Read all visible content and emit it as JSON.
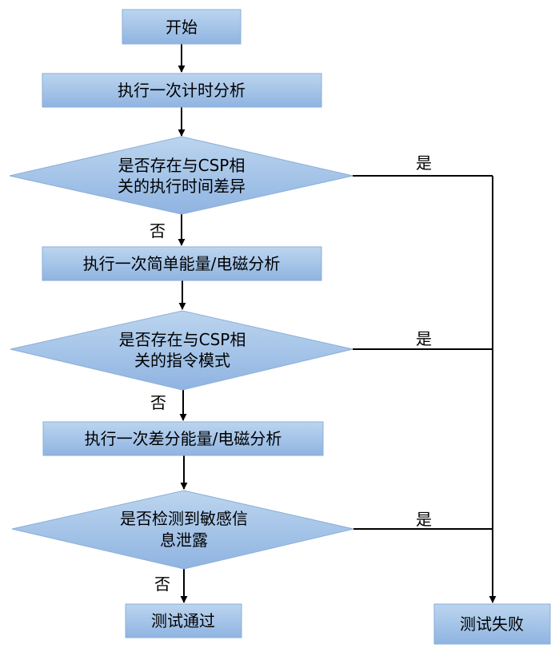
{
  "colors": {
    "fill_top": "#b9d3ee",
    "fill_bottom": "#8db3e0",
    "stroke": "#8aaed8",
    "line": "#000000"
  },
  "nodes": {
    "start": {
      "label": "开始"
    },
    "timing": {
      "label": "执行一次计时分析"
    },
    "d1": {
      "line1": "是否存在与CSP相",
      "line2": "关的执行时间差异"
    },
    "spa": {
      "label": "执行一次简单能量/电磁分析"
    },
    "d2": {
      "line1": "是否存在与CSP相",
      "line2": "关的指令模式"
    },
    "dpa": {
      "label": "执行一次差分能量/电磁分析"
    },
    "d3": {
      "line1": "是否检测到敏感信",
      "line2": "息泄露"
    },
    "pass": {
      "label": "测试通过"
    },
    "fail": {
      "label": "测试失败"
    }
  },
  "edges": {
    "yes": "是",
    "no": "否"
  }
}
